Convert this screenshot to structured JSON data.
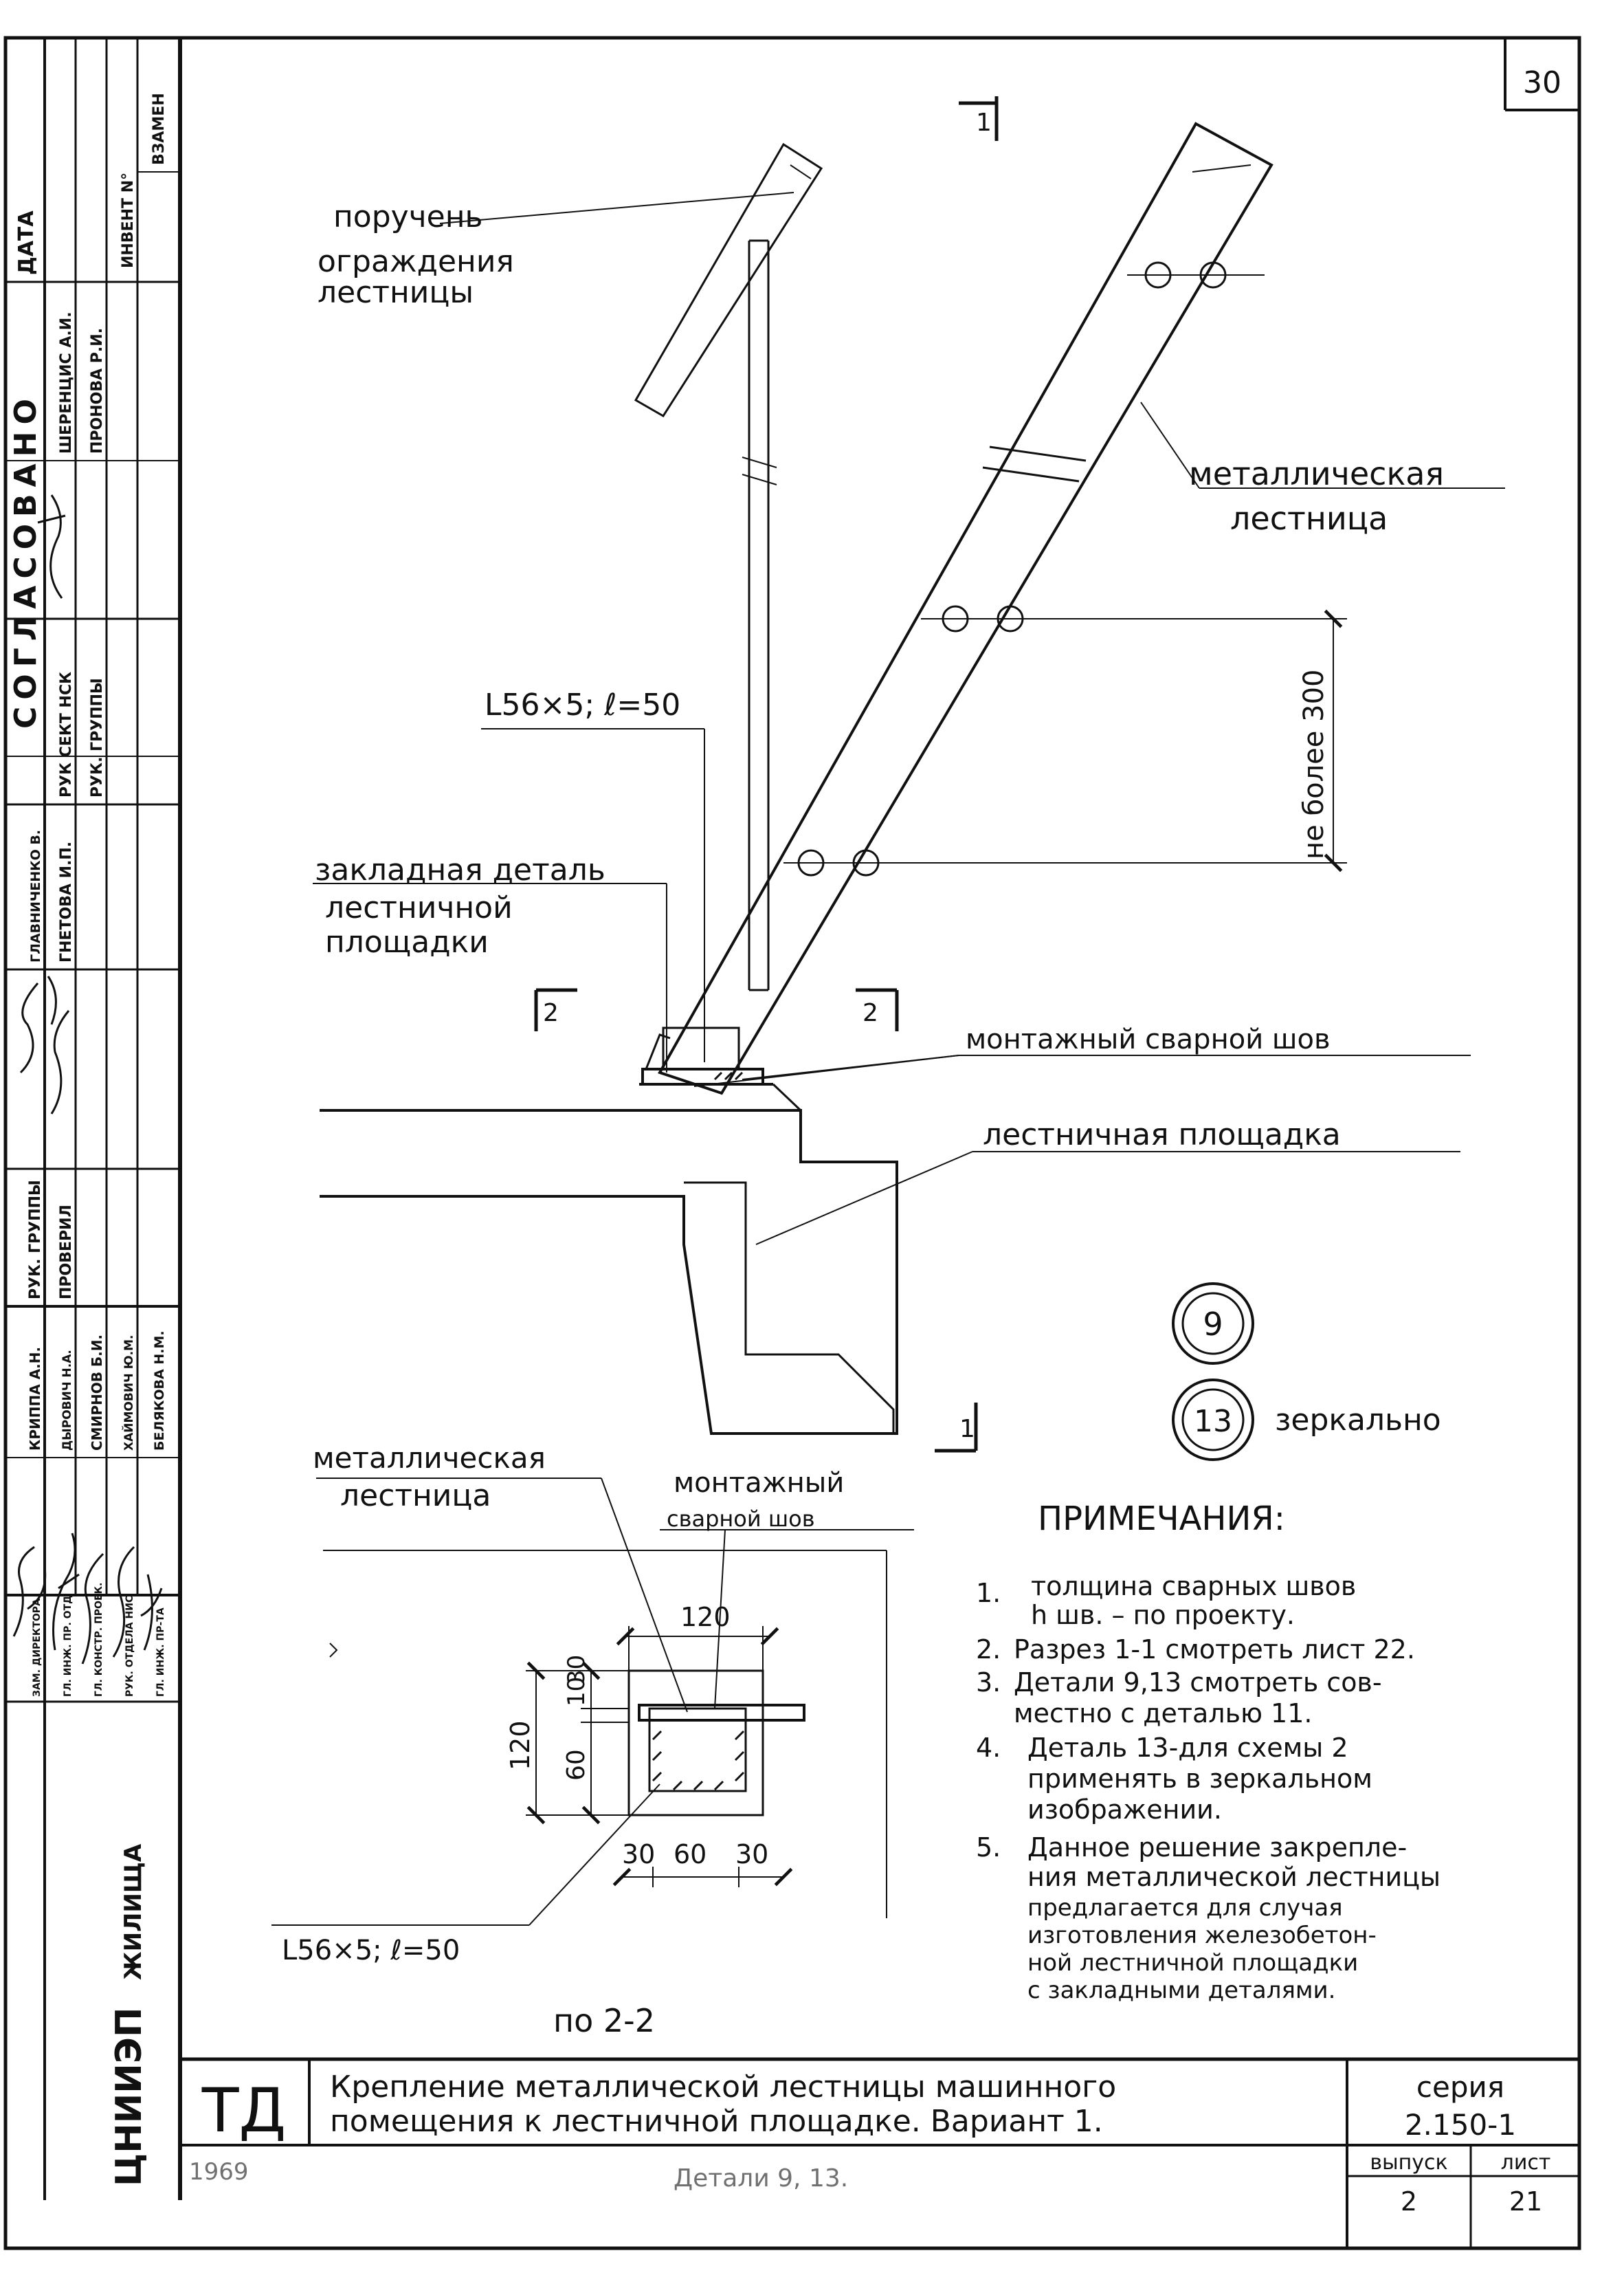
{
  "sheet": {
    "page_number": "30",
    "section_marks": {
      "top": "1",
      "bottom": "1",
      "left": "2",
      "right": "2"
    }
  },
  "side_stamp": {
    "org": "ЦНИИЭП",
    "org_sub": "ЖИЛИЩА",
    "col_date": "ДАТА",
    "agreed": "СОГЛАСОВАНО",
    "inv_no": "ИНВЕНТ N°",
    "replaces": "ВЗАМЕН",
    "agreed_names": [
      "ШЕРЕНЦИС А.И.",
      "ПРОНОВА Р.И."
    ],
    "agreed_roles": [
      "РУК СЕКТ НСК",
      "РУК. ГРУППЫ"
    ],
    "roles_a": [
      "ЗАМ. ДИРЕКТОРА",
      "ГЛ. ИНЖ. ПР. ОТД",
      "ГЛ. КОНСТР. ПРОЕК.",
      "РУК. ОТДЕЛА НИС",
      "ГЛ. ИНЖ. ПР-ТА"
    ],
    "names_a": [
      "КРИППА А.Н.",
      "ДЫРОВИЧ Н.А.",
      "СМИРНОВ Б.И.",
      "ХАЙМОВИЧ Ю.М.",
      "БЕЛЯКОВА Н.М."
    ],
    "roles_b": [
      "РУК. ГРУППЫ",
      "ПРОВЕРИЛ"
    ],
    "names_b": [
      "ГЛАВНИЧЕНКО В.",
      "ГНЕТОВА И.П."
    ]
  },
  "main": {
    "labels": {
      "handrail": [
        "поручень",
        "ограждения",
        "лестницы"
      ],
      "metal_ladder": [
        "металлическая",
        "лестница"
      ],
      "dimension_300": "не более 300",
      "angle_top": "L56×5; ℓ=50",
      "embedded_part": [
        "закладная деталь",
        "лестничной",
        "площадки"
      ],
      "weld": "монтажный сварной шов",
      "landing": "лестничная площадка",
      "detail_9": "9",
      "detail_13": "13",
      "mirror": "зеркально"
    },
    "plan": {
      "metal_ladder": [
        "металлическая",
        "лестница"
      ],
      "weld": [
        "монтажный",
        "сварной шов"
      ],
      "dims": {
        "width": "120",
        "height": "120",
        "d10a": "10",
        "d30": "30",
        "d60": "60",
        "bottom": [
          "30",
          "60",
          "30"
        ]
      },
      "angle": "L56×5; ℓ=50",
      "caption": "по 2-2"
    },
    "notes": {
      "title": "ПРИМЕЧАНИЯ:",
      "items": [
        {
          "n": "1.",
          "lines": [
            "толщина сварных швов",
            "h шв. – по проекту."
          ]
        },
        {
          "n": "2.",
          "lines": [
            "Разрез 1-1 смотреть лист 22."
          ]
        },
        {
          "n": "3.",
          "lines": [
            "Детали 9,13 смотреть сов-",
            "местно с деталью 11."
          ]
        },
        {
          "n": "4.",
          "lines": [
            "Деталь 13-для схемы 2",
            "применять в зеркальном",
            "изображении."
          ]
        },
        {
          "n": "5.",
          "lines": [
            "Данное решение закрепле-",
            "ния металлической лестницы",
            "предлагается для случая",
            "изготовления железобетон-",
            "ной лестничной площадки",
            "с закладными деталями."
          ]
        }
      ]
    }
  },
  "title_block": {
    "code": "ТД",
    "title_lines": [
      "Крепление металлической лестницы машинного",
      "помещения к лестничной площадке. Вариант 1."
    ],
    "series_label": "серия",
    "series_value": "2.150-1",
    "year": "1969",
    "subtitle": "Детали 9, 13.",
    "issue_label": "выпуск",
    "issue_value": "2",
    "sheet_label": "лист",
    "sheet_value": "21"
  }
}
